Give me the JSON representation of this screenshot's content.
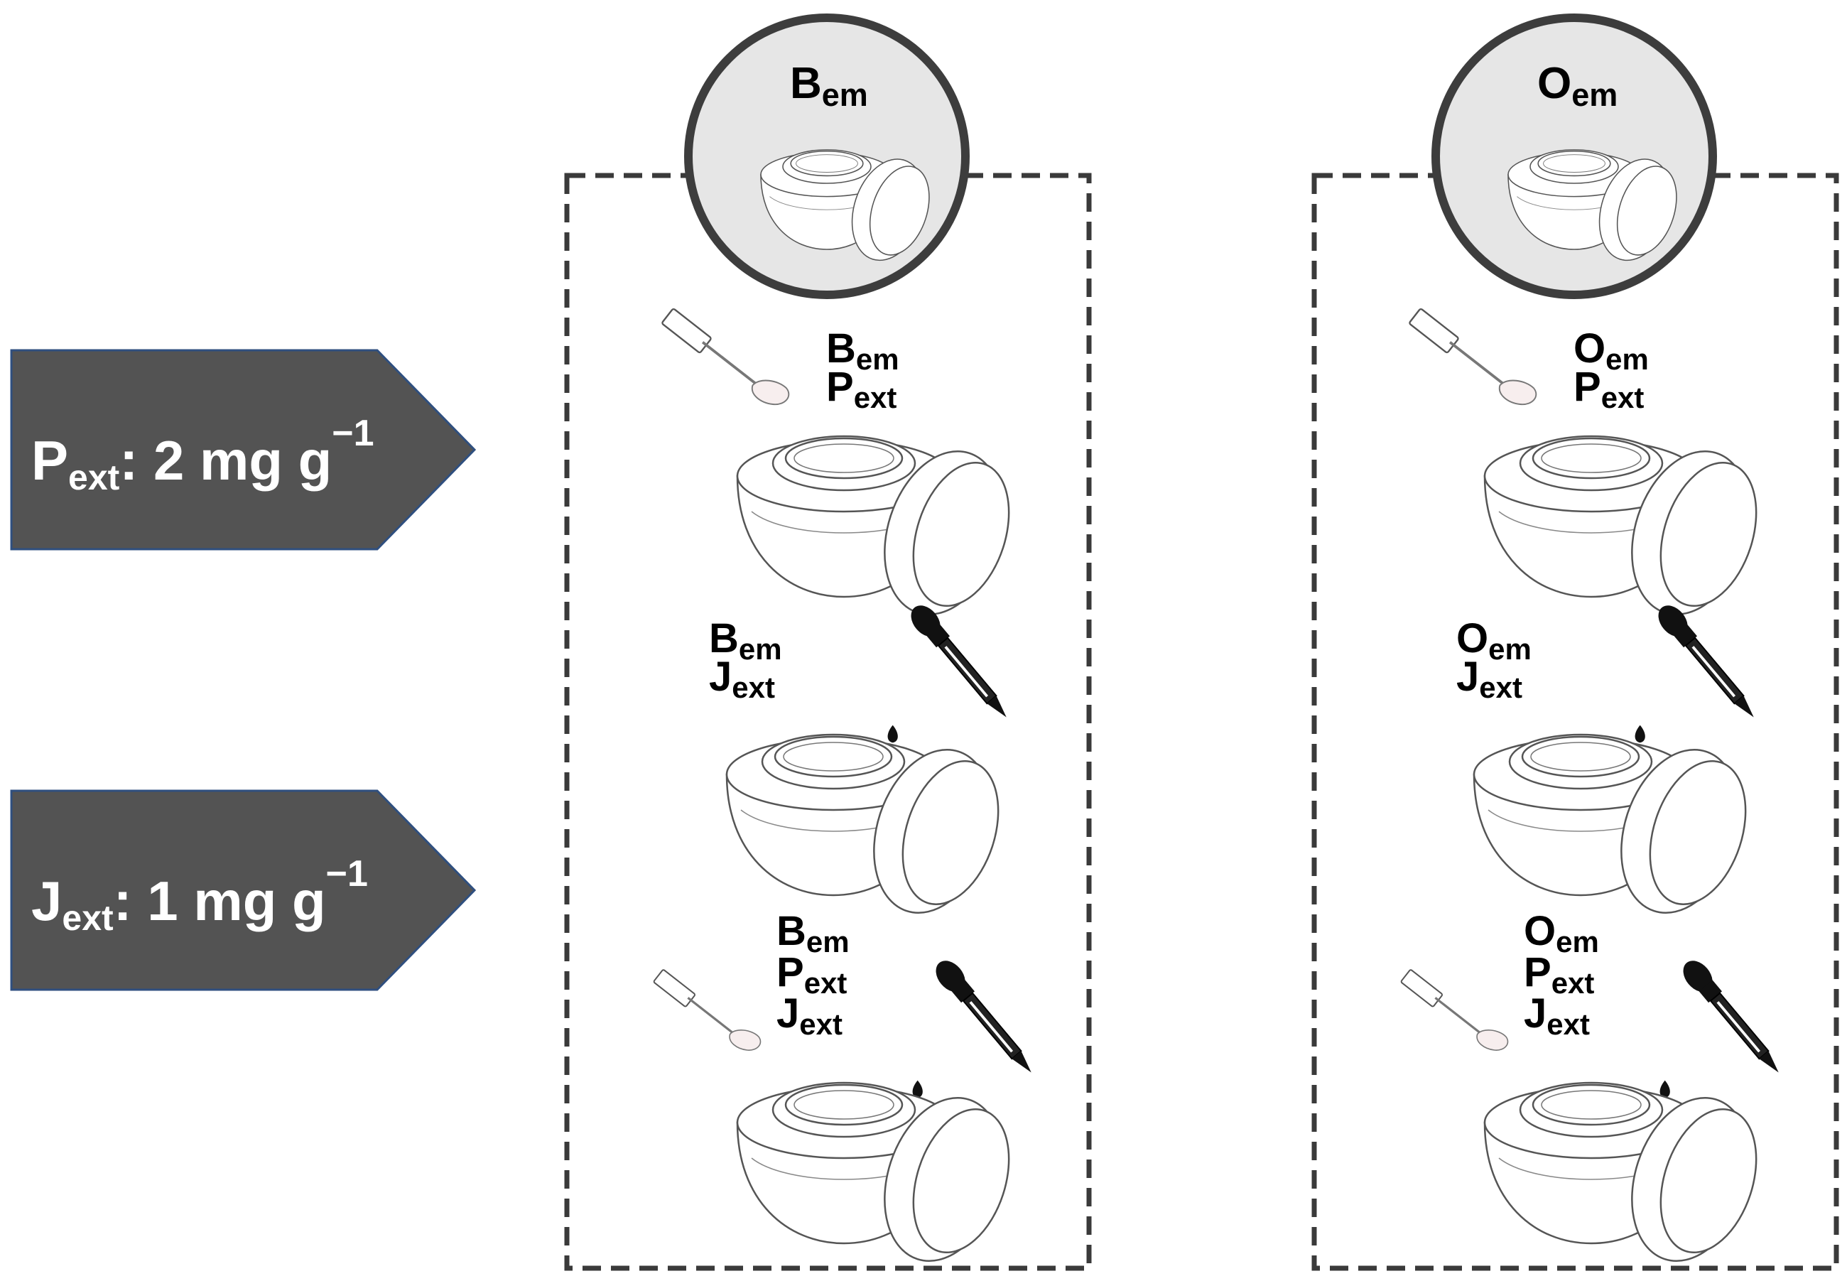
{
  "arrows": [
    {
      "main": "P",
      "sub": "ext",
      "rest": ": 2 mg g",
      "sup": "−1"
    },
    {
      "main": "J",
      "sub": "ext",
      "rest": ": 1 mg g",
      "sup": "−1"
    }
  ],
  "columns": [
    {
      "base": {
        "main": "B",
        "sub": "em"
      },
      "rows": [
        {
          "lines": [
            {
              "main": "B",
              "sub": "em"
            },
            {
              "main": "P",
              "sub": "ext"
            }
          ]
        },
        {
          "lines": [
            {
              "main": "B",
              "sub": "em"
            },
            {
              "main": "J",
              "sub": "ext"
            }
          ]
        },
        {
          "lines": [
            {
              "main": "B",
              "sub": "em"
            },
            {
              "main": "P",
              "sub": "ext"
            },
            {
              "main": "J",
              "sub": "ext"
            }
          ]
        }
      ]
    },
    {
      "base": {
        "main": "O",
        "sub": "em"
      },
      "rows": [
        {
          "lines": [
            {
              "main": "O",
              "sub": "em"
            },
            {
              "main": "P",
              "sub": "ext"
            }
          ]
        },
        {
          "lines": [
            {
              "main": "O",
              "sub": "em"
            },
            {
              "main": "J",
              "sub": "ext"
            }
          ]
        },
        {
          "lines": [
            {
              "main": "O",
              "sub": "em"
            },
            {
              "main": "P",
              "sub": "ext"
            },
            {
              "main": "J",
              "sub": "ext"
            }
          ]
        }
      ]
    }
  ],
  "colors": {
    "arrow_fill": "#535353",
    "arrow_edge": "#2f4f7f",
    "box_border": "#3a3a3a",
    "circle_fill": "#e6e6e6",
    "circle_border": "#3d3d3d"
  },
  "icons": [
    "cream-jar-icon",
    "spatula-icon",
    "dropper-icon"
  ]
}
